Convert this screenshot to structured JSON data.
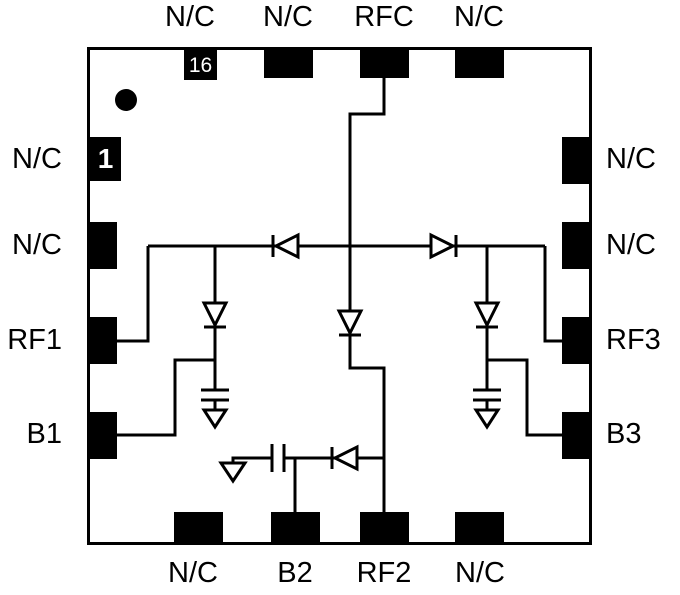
{
  "pins": {
    "top": [
      "N/C",
      "N/C",
      "RFC",
      "N/C"
    ],
    "left": [
      "N/C",
      "N/C",
      "RF1",
      "B1"
    ],
    "right": [
      "N/C",
      "N/C",
      "RF3",
      "B3"
    ],
    "bottom": [
      "N/C",
      "B2",
      "RF2",
      "N/C"
    ]
  },
  "markers": {
    "pin1": "1",
    "pin16": "16"
  },
  "colors": {
    "pad": "#000000",
    "wire": "#000000",
    "background": "#ffffff",
    "marker_text": "#ffffff"
  }
}
